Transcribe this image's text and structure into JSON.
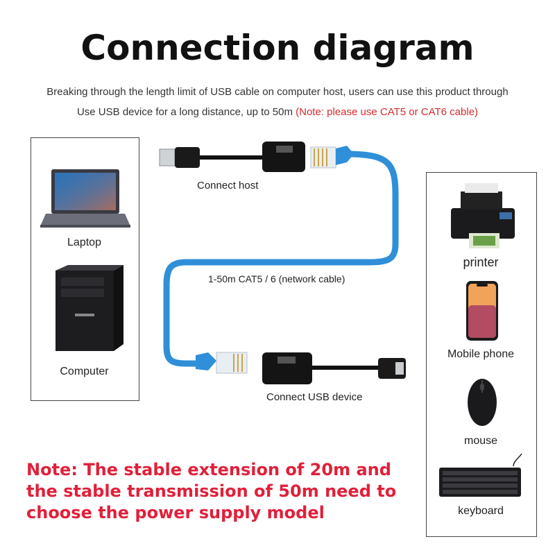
{
  "title": "Connection diagram",
  "subtitle": {
    "line1": "Breaking through the length limit of USB cable on computer host, users can use this product through",
    "line2_prefix": "Use USB device for a long distance, up to 50m ",
    "line2_note": "(Note: please use CAT5 or CAT6 cable)"
  },
  "left_devices": [
    "Laptop",
    "Computer"
  ],
  "right_devices": [
    "printer",
    "Mobile phone",
    "mouse",
    "keyboard"
  ],
  "cable": {
    "host_label": "Connect host",
    "network_label": "1-50m CAT5 / 6 (network cable)",
    "device_label": "Connect USB device"
  },
  "note": {
    "line1": "Note: The stable extension of 20m and",
    "line2": "the stable transmission of 50m need to",
    "line3": "choose the power supply model"
  },
  "colors": {
    "cable_blue": "#2f8fd8",
    "note_red": "#e0203a",
    "subtitle_note_red": "#d62b2b"
  }
}
